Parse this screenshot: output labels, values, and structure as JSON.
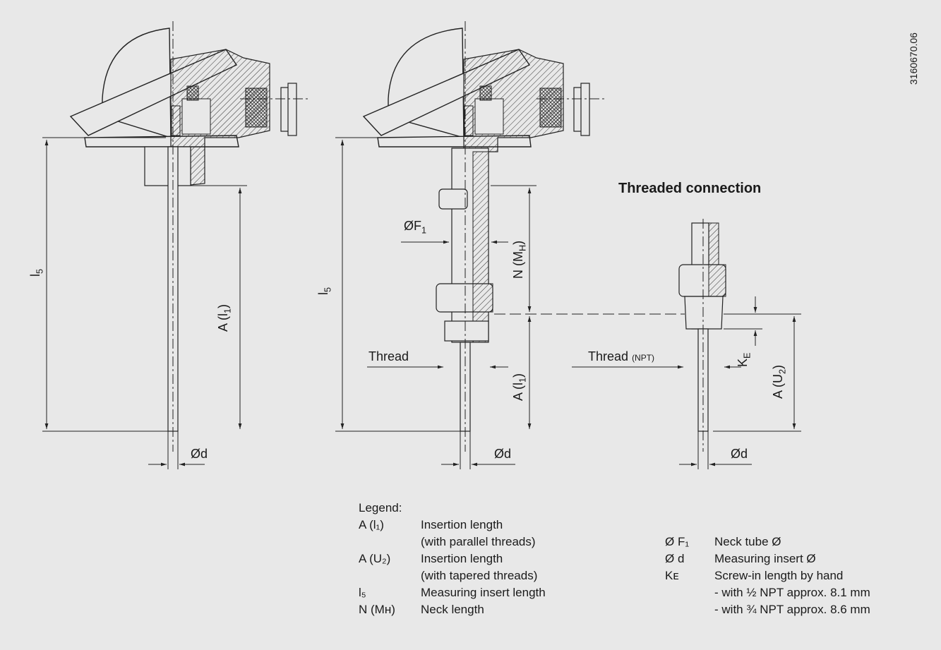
{
  "diagram": {
    "title": "Threaded connection",
    "doc_id": "3160670.06",
    "dimensions": {
      "l5": "l",
      "l5_sub": "5",
      "a_l1": "A (l",
      "a_l1_sub": "1",
      "a_l1_close": ")",
      "n_mh": "N (M",
      "n_mh_sub": "H",
      "n_mh_close": ")",
      "phi_f1": "ØF",
      "phi_f1_sub": "1",
      "phi_d": "Ød",
      "thread": "Thread",
      "thread_npt": "Thread",
      "npt": "(NPT)",
      "ke": "K",
      "ke_sub": "E",
      "a_u2": "A (U",
      "a_u2_sub": "2",
      "a_u2_close": ")"
    }
  },
  "legend": {
    "heading": "Legend:",
    "left": [
      {
        "key": "A (l₁)",
        "value": "Insertion length"
      },
      {
        "key": "",
        "value": "(with parallel threads)"
      },
      {
        "key": "A (U₂)",
        "value": "Insertion length"
      },
      {
        "key": "",
        "value": "(with tapered threads)"
      },
      {
        "key": "l₅",
        "value": "Measuring insert length"
      },
      {
        "key": "N (Mʜ)",
        "value": "Neck length"
      }
    ],
    "right": [
      {
        "key": "Ø F₁",
        "value": "Neck tube Ø"
      },
      {
        "key": "Ø d",
        "value": "Measuring insert Ø"
      },
      {
        "key": "Kᴇ",
        "value": "Screw-in length by hand"
      },
      {
        "key": "",
        "value": "- with ½ NPT approx. 8.1 mm"
      },
      {
        "key": "",
        "value": "- with ¾ NPT approx. 8.6 mm"
      }
    ]
  }
}
